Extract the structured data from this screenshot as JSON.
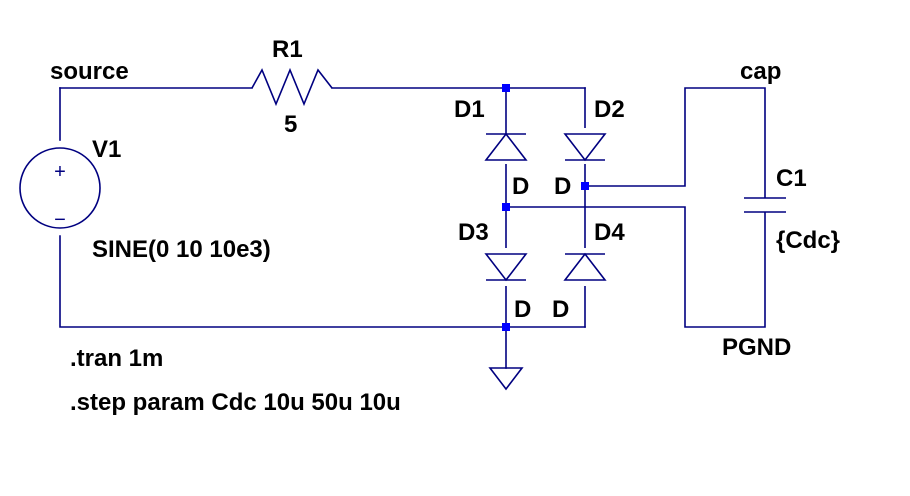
{
  "nets": {
    "source": "source",
    "cap": "cap",
    "pgnd": "PGND"
  },
  "components": {
    "r1": {
      "ref": "R1",
      "value": "5"
    },
    "v1": {
      "ref": "V1",
      "value": "SINE(0 10 10e3)",
      "plus_sign": "+",
      "minus_sign": "−"
    },
    "c1": {
      "ref": "C1",
      "value": "{Cdc}"
    },
    "d1": {
      "ref": "D1",
      "model": "D"
    },
    "d2": {
      "ref": "D2",
      "model": "D"
    },
    "d3": {
      "ref": "D3",
      "model": "D"
    },
    "d4": {
      "ref": "D4",
      "model": "D"
    }
  },
  "directives": {
    "tran": ".tran 1m",
    "step": ".step param Cdc 10u 50u 10u"
  },
  "colors": {
    "wire": "#000080",
    "junction": "#0000ff",
    "text": "#000000",
    "background": "#ffffff"
  }
}
